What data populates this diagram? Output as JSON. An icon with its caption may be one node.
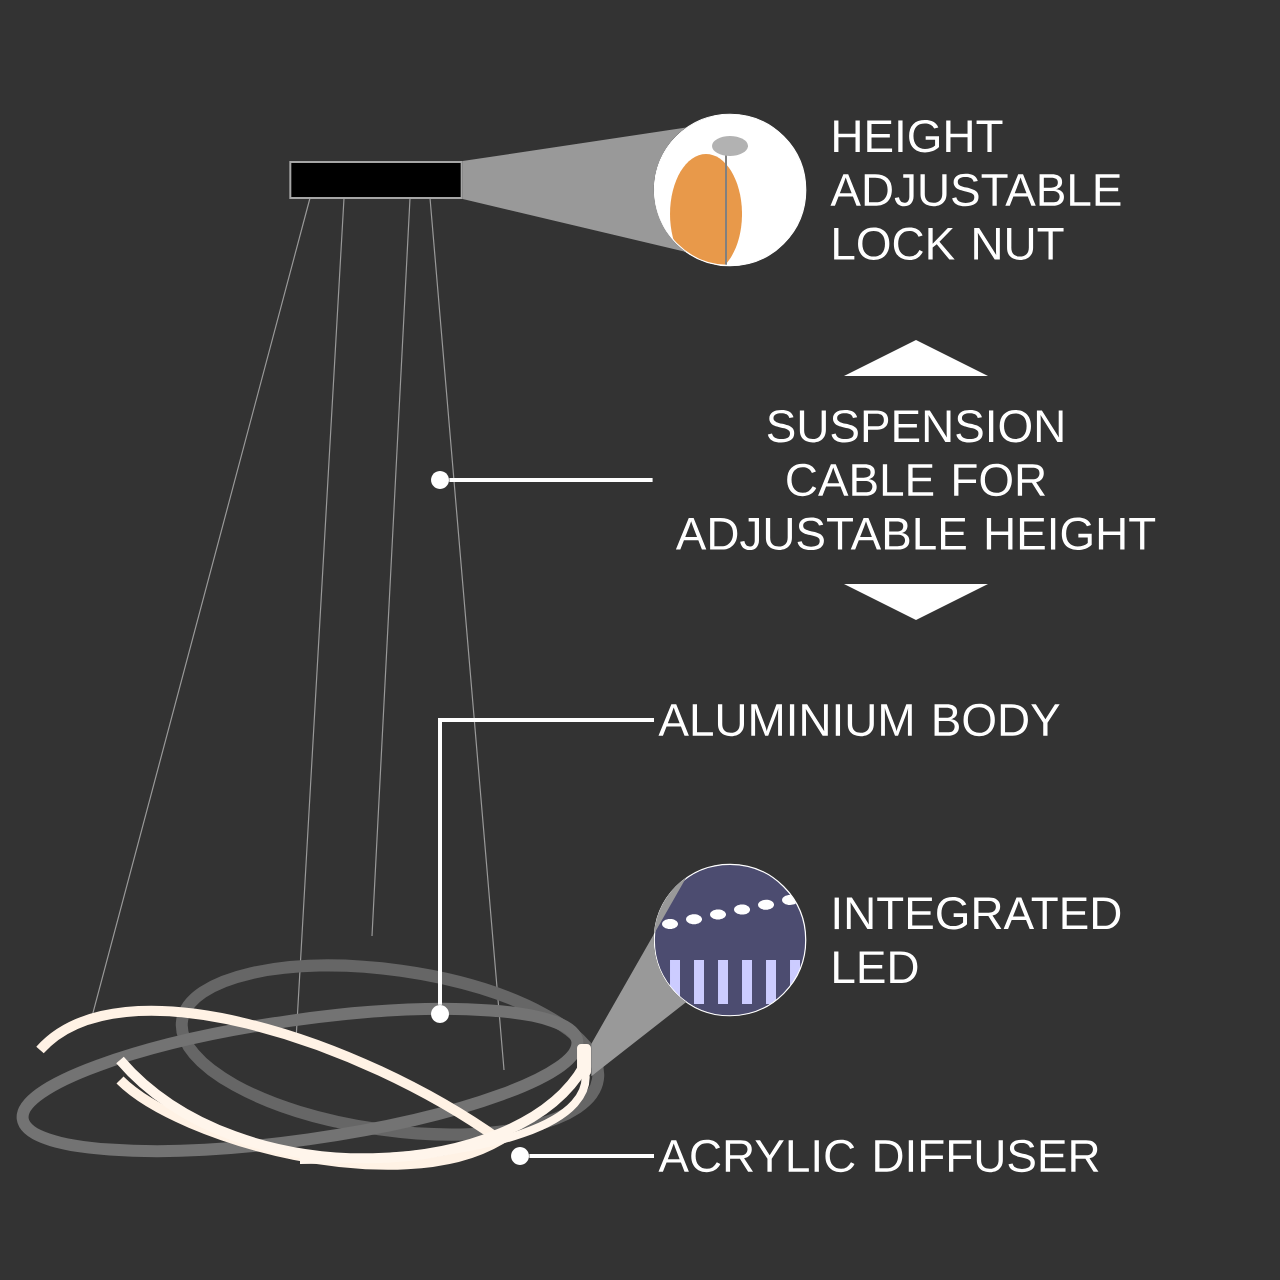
{
  "diagram": {
    "nodes": [
      {
        "text": [],
        "shape": "cylinder"
      },
      {
        "text": [],
        "shape": "picture",
        "beside": [
          "HEIGHT ADJUSTABLE LOCK NUT"
        ]
      },
      {
        "text": [
          "SUSPENSION CABLE FOR ADJUSTABLE HEIGHT"
        ]
      },
      {
        "text": [],
        "shape": "circle"
      },
      {
        "text": [
          "ALUMINIUM BODY"
        ]
      },
      {
        "text": [],
        "shape": "circle"
      },
      {
        "text": [],
        "shape": "picture",
        "beside": [
          "INTEGRATED LED"
        ]
      },
      {
        "text": [
          "ACRYLIC DIFFUSER"
        ]
      },
      {
        "text": [],
        "shape": "circle"
      },
      {
        "text": [],
        "shape": "bar"
      }
    ],
    "edges": [
      {
        "from": 1,
        "to": 0,
        "arrow": "none"
      },
      {
        "from": 2,
        "to": 3,
        "arrow": "none"
      },
      {
        "from": 4,
        "to": 5,
        "arrow": "none"
      },
      {
        "from": 6,
        "to": 9,
        "arrow": "none"
      },
      {
        "from": 7,
        "to": 8,
        "arrow": "none"
      }
    ]
  }
}
